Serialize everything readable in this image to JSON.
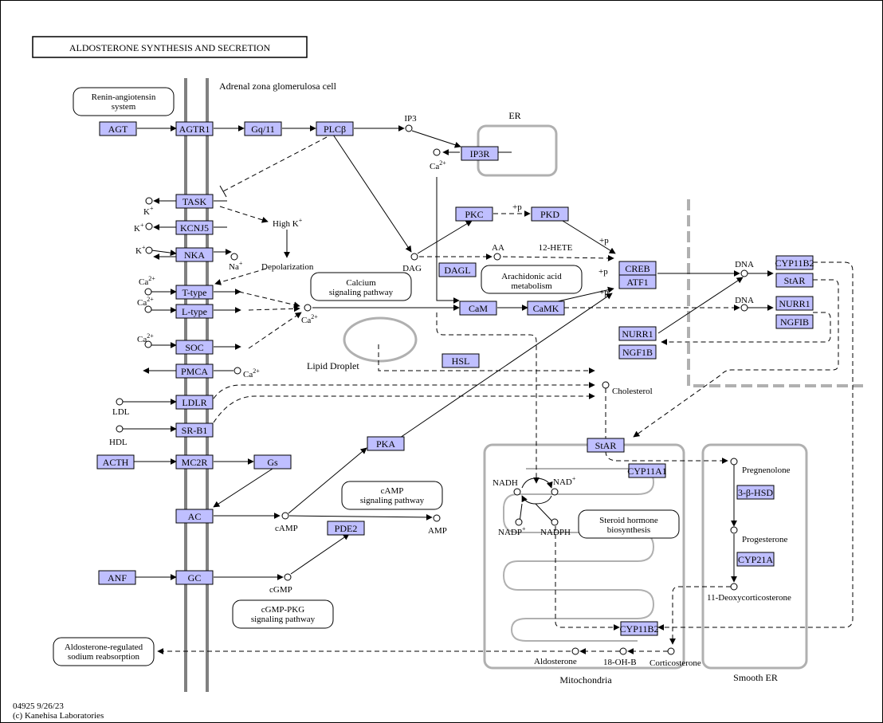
{
  "title": "ALDOSTERONE  SYNTHESIS  AND  SECRETION",
  "footer": {
    "id_date": "04925 9/26/23",
    "copyright": "(c) Kanehisa Laboratories"
  },
  "labels": {
    "cell": "Adrenal zona glomerulosa cell",
    "er": "ER",
    "mitochondria": "Mitochondria",
    "smooth_er": "Smooth ER",
    "lipid_droplet": "Lipid Droplet",
    "high_k": "High K",
    "depolarization": "Depolarization",
    "cholesterol": "Cholesterol",
    "pregnenolone": "Pregnenolone",
    "progesterone": "Progesterone",
    "deoxycorticosterone": "11-Deoxycorticosterone",
    "corticosterone": "Corticosterone",
    "hydroxy": "18-OH-B",
    "aldosterone": "Aldosterone",
    "ip3": "IP3",
    "dag": "DAG",
    "aa": "AA",
    "hete": "12-HETE",
    "camp": "cAMP",
    "amp": "AMP",
    "cgmp": "cGMP",
    "ldl": "LDL",
    "hdl": "HDL",
    "dna1": "DNA",
    "dna2": "DNA",
    "nadh": "NADH",
    "nad": "NAD",
    "nadp": "NADP",
    "nadph": "NADPH",
    "p1": "+p",
    "p2": "+p",
    "p3": "+p",
    "p4": "+p",
    "k": "K",
    "na": "Na",
    "ca": "Ca",
    "plus": "+",
    "two_plus": "2+"
  },
  "maps": {
    "ras": [
      "Renin-angiotensin",
      "system"
    ],
    "calcium": [
      "Calcium",
      "signaling pathway"
    ],
    "arachidonic": [
      "Arachidonic acid",
      "metabolism"
    ],
    "camp": [
      "cAMP",
      "signaling pathway"
    ],
    "steroid": [
      "Steroid hormone",
      "biosynthesis"
    ],
    "cgmp": [
      "cGMP-PKG",
      "signaling pathway"
    ],
    "sodium": [
      "Aldosterone-regulated",
      "sodium reabsorption"
    ]
  },
  "genes": {
    "agt": "AGT",
    "agtr1": "AGTR1",
    "gq": "Gq/11",
    "plcb": "PLCβ",
    "ip3r": "IP3R",
    "task": "TASK",
    "kcnj5": "KCNJ5",
    "nka": "NKA",
    "ttype": "T-type",
    "ltype": "L-type",
    "soc": "SOC",
    "pmca": "PMCA",
    "ldlr": "LDLR",
    "srb1": "SR-B1",
    "acth": "ACTH",
    "mc2r": "MC2R",
    "gs": "Gs",
    "ac": "AC",
    "anf": "ANF",
    "gc": "GC",
    "pkc": "PKC",
    "pkd": "PKD",
    "dagl": "DAGL",
    "cam": "CaM",
    "camk": "CaMK",
    "hsl": "HSL",
    "pka": "PKA",
    "pde2": "PDE2",
    "creb": "CREB",
    "atf1": "ATF1",
    "nurr1a": "NURR1",
    "ngf1ba": "NGF1B",
    "cyp11b2a": "CYP11B2",
    "star_a": "StAR",
    "nurr1b": "NURR1",
    "ngfib": "NGFIB",
    "star_b": "StAR",
    "cyp11a1": "CYP11A1",
    "hsd": "3-β-HSD",
    "cyp21a": "CYP21A",
    "cyp11b2b": "CYP11B2"
  }
}
